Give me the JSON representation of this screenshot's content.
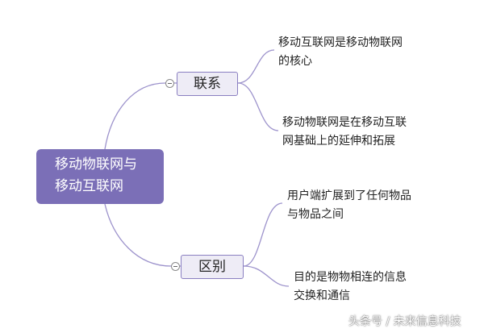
{
  "mindmap": {
    "root": {
      "lines": [
        "移动物联网与",
        "移动互联网"
      ]
    },
    "branches": [
      {
        "label": "联系",
        "leaves": [
          {
            "lines": [
              "移动互联网是移动物联网",
              "的核心"
            ]
          },
          {
            "lines": [
              "移动物联网是在移动互联",
              "网基础上的延伸和拓展"
            ]
          }
        ]
      },
      {
        "label": "区别",
        "leaves": [
          {
            "lines": [
              "用户端扩展到了任何物品",
              "与物品之间"
            ]
          },
          {
            "lines": [
              "目的是物物相连的信息",
              "交换和通信"
            ]
          }
        ]
      }
    ]
  },
  "watermark": "头条号 / 未来信息科技",
  "colors": {
    "root_fill": "#7b6fb7",
    "branch_fill": "#eeecf6",
    "branch_border": "#8a7fc1",
    "connector": "#9d93cc"
  }
}
